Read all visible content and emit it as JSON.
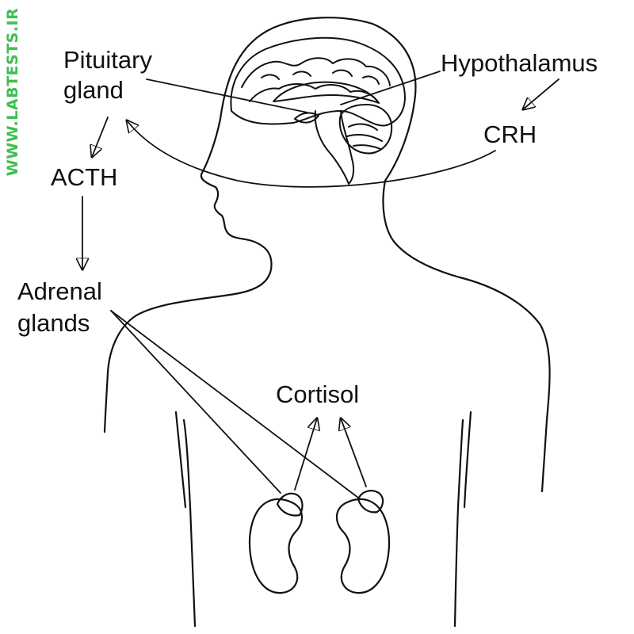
{
  "watermark": "WWW.LABTESTS.IR",
  "labels": {
    "pituitary_line1": "Pituitary",
    "pituitary_line2": "gland",
    "hypothalamus": "Hypothalamus",
    "crh": "CRH",
    "acth": "ACTH",
    "adrenal_line1": "Adrenal",
    "adrenal_line2": "glands",
    "cortisol": "Cortisol"
  },
  "colors": {
    "line": "#111111",
    "watermark": "#3fbf4f",
    "background": "#ffffff"
  }
}
